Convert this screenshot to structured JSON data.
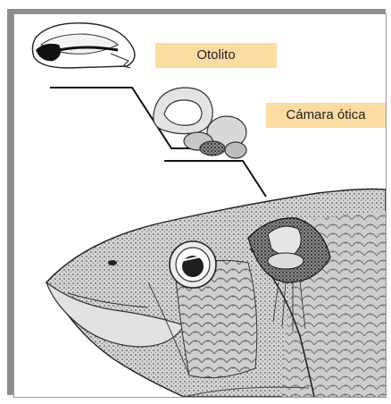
{
  "labels": {
    "otolith": "Otolito",
    "otic_chamber": "Cámara ótica"
  },
  "colors": {
    "label_background": "#fbdca2",
    "label_text": "#222222",
    "frame_shadow": "#8e8e8e"
  },
  "illustration": {
    "subject": "fish-head-cutaway",
    "style": "stipple-engraving"
  }
}
